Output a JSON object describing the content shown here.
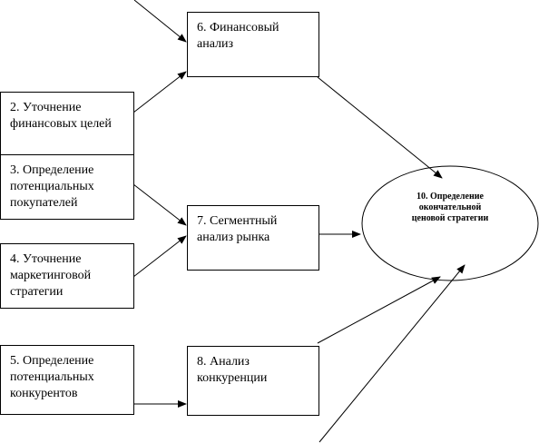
{
  "diagram": {
    "nodes": {
      "n2": "2. Уточнение\nфинансовых  целей",
      "n3": "3. Определение\nпотенциальных\nпокупателей",
      "n4": "4. Уточнение\nмаркетинговой\nстратегии",
      "n5": "5. Определение\nпотенциальных\nконкурентов",
      "n6": "6. Финансовый\nанализ",
      "n7": "7. Сегментный\nанализ  рынка",
      "n8": "8. Анализ\nконкуренции",
      "n10": "10. Определение\nокончательной\nценовой стратегии"
    }
  }
}
